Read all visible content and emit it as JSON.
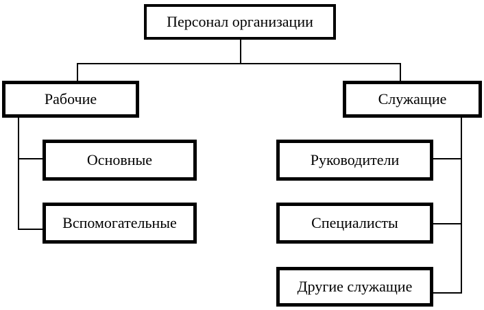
{
  "chart": {
    "root": "Персонал организации",
    "branches": [
      {
        "label": "Рабочие",
        "children": [
          "Основные",
          "Вспомогательные"
        ]
      },
      {
        "label": "Служащие",
        "children": [
          "Руководители",
          "Специалисты",
          "Другие служащие"
        ]
      }
    ]
  },
  "colors": {
    "box_border": "#000000",
    "line": "#000000",
    "text": "#000000",
    "background": "#ffffff"
  }
}
